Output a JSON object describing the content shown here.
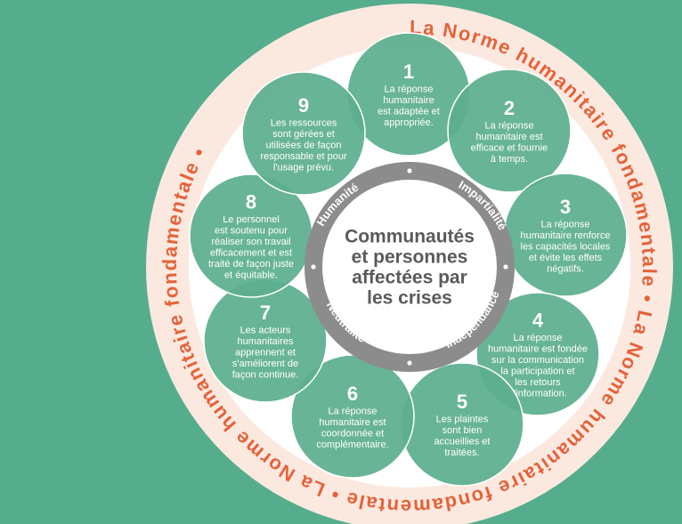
{
  "ring_text": "La Norme humanitaire fondamentale",
  "ring_separator": "•",
  "center": {
    "lines": [
      "Communautés",
      "et personnes",
      "affectées par",
      "les crises"
    ]
  },
  "principles": [
    "Humanité",
    "Impartialité",
    "Neutralité",
    "Indépendance"
  ],
  "commitments": [
    {
      "number": "1",
      "lines": [
        "La réponse",
        "humanitaire",
        "est adaptée et",
        "appropriée."
      ]
    },
    {
      "number": "2",
      "lines": [
        "La réponse",
        "humanitaire est",
        "efficace et fournie",
        "à temps."
      ]
    },
    {
      "number": "3",
      "lines": [
        "La réponse",
        "humanitaire renforce",
        "les capacités locales",
        "et évite les effets",
        "négatifs."
      ]
    },
    {
      "number": "4",
      "lines": [
        "La réponse",
        "humanitaire est fondée",
        "sur la communication",
        "la participation et",
        "les retours",
        "d'information."
      ]
    },
    {
      "number": "5",
      "lines": [
        "Les plaintes",
        "sont bien",
        "accueillies et",
        "traitées."
      ]
    },
    {
      "number": "6",
      "lines": [
        "La réponse",
        "humanitaire est",
        "coordonnée et",
        "complémentaire."
      ]
    },
    {
      "number": "7",
      "lines": [
        "Les acteurs",
        "humanitaires",
        "apprennent et",
        "s'améliorent de",
        "façon continue."
      ]
    },
    {
      "number": "8",
      "lines": [
        "Le personnel",
        "est soutenu pour",
        "réaliser son travail",
        "efficacement et est",
        "traité de façon juste",
        "et équitable."
      ]
    },
    {
      "number": "9",
      "lines": [
        "Les ressources",
        "sont gérées et",
        "utilisées de façon",
        "responsable et pour",
        "l'usage prévu."
      ]
    }
  ],
  "colors": {
    "background": "#55ad8d",
    "outer_disc": "#fbe9e0",
    "ring_text": "#e5623a",
    "inner_disc": "#ffffff",
    "circle_fill": "#5cae8f",
    "circle_text": "#ffffff",
    "gray_ring": "#8c8c8c",
    "center_text": "#5a5a5a"
  }
}
